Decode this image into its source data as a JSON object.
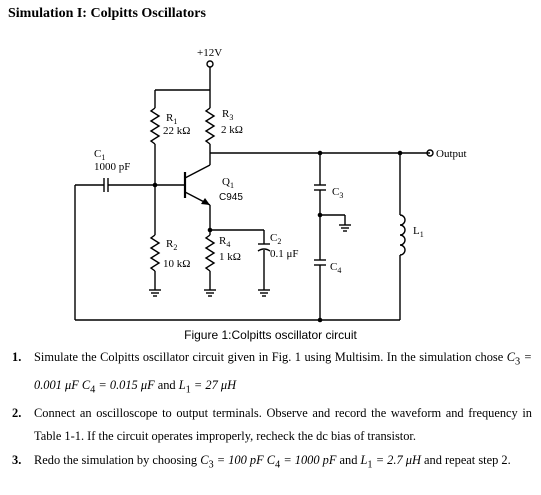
{
  "heading": "Simulation I: Colpitts Oscillators",
  "circuit": {
    "supply": "+12V",
    "r1": {
      "name": "R",
      "sub": "1",
      "value": "22 kΩ"
    },
    "r3": {
      "name": "R",
      "sub": "3",
      "value": "2 kΩ"
    },
    "r2": {
      "name": "R",
      "sub": "2",
      "value": "10 kΩ"
    },
    "r4": {
      "name": "R",
      "sub": "4",
      "value": "1 kΩ"
    },
    "c1": {
      "name": "C",
      "sub": "1",
      "value": "1000 pF"
    },
    "c2": {
      "name": "C",
      "sub": "2",
      "value": "0.1 μF"
    },
    "c3": {
      "name": "C",
      "sub": "3"
    },
    "c4": {
      "name": "C",
      "sub": "4"
    },
    "l1": {
      "name": "L",
      "sub": "1"
    },
    "q1": {
      "name": "Q",
      "sub": "1",
      "value": "C945"
    },
    "output": "Output"
  },
  "caption": "Figure 1:Colpitts oscillator circuit",
  "steps": [
    {
      "num": "1.",
      "a": "Simulate the Colpitts oscillator circuit given in Fig. 1 using Multisim. In the simulation chose ",
      "m1": "C",
      "m1s": "3",
      "m1v": " = 0.001 μF ",
      "m2": "C",
      "m2s": "4",
      "m2v": " = 0.015 μF",
      "b": " and ",
      "m3": "L",
      "m3s": "1",
      "m3v": " = 27 μH"
    },
    {
      "num": "2.",
      "text": "Connect an oscilloscope to output terminals. Observe and record the waveform and frequency in Table 1-1. If the circuit operates improperly, recheck the dc bias of transistor."
    },
    {
      "num": "3.",
      "a": "Redo the simulation by choosing ",
      "m1": "C",
      "m1s": "3",
      "m1v": " = 100 pF ",
      "m2": "C",
      "m2s": "4",
      "m2v": " = 1000 pF",
      "b": " and ",
      "m3": "L",
      "m3s": "1",
      "m3v": " = 2.7 μH",
      "c": " and repeat step 2."
    }
  ]
}
